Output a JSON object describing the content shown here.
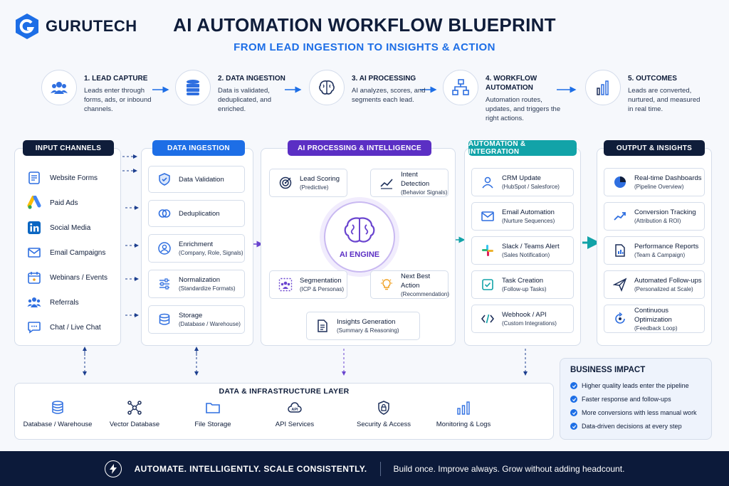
{
  "brand": {
    "name": "GURUTECH"
  },
  "header": {
    "title": "AI AUTOMATION WORKFLOW BLUEPRINT",
    "subtitle": "FROM LEAD INGESTION TO INSIGHTS & ACTION"
  },
  "steps": [
    {
      "title": "1. LEAD CAPTURE",
      "desc": "Leads enter through forms, ads, or inbound channels.",
      "icon": "users-icon"
    },
    {
      "title": "2. DATA INGESTION",
      "desc": "Data is validated, deduplicated, and enriched.",
      "icon": "database-icon"
    },
    {
      "title": "3. AI PROCESSING",
      "desc": "AI analyzes, scores, and segments each lead.",
      "icon": "brain-icon"
    },
    {
      "title": "4. WORKFLOW AUTOMATION",
      "desc": "Automation routes, updates, and triggers the right actions.",
      "icon": "workflow-icon"
    },
    {
      "title": "5. OUTCOMES",
      "desc": "Leads are converted, nurtured, and measured in real time.",
      "icon": "bar-chart-icon"
    }
  ],
  "columns": {
    "input": {
      "label": "INPUT CHANNELS",
      "items": [
        "Website Forms",
        "Paid Ads",
        "Social Media",
        "Email Campaigns",
        "Webinars / Events",
        "Referrals",
        "Chat / Live Chat"
      ]
    },
    "ingestion": {
      "label": "DATA INGESTION",
      "items": [
        {
          "title": "Data Validation",
          "sub": ""
        },
        {
          "title": "Deduplication",
          "sub": ""
        },
        {
          "title": "Enrichment",
          "sub": "(Company, Role, Signals)"
        },
        {
          "title": "Normalization",
          "sub": "(Standardize Formats)"
        },
        {
          "title": "Storage",
          "sub": "(Database / Warehouse)"
        }
      ]
    },
    "ai": {
      "label": "AI PROCESSING & INTELLIGENCE",
      "engine": "AI ENGINE",
      "items": [
        {
          "title": "Lead Scoring",
          "sub": "(Predictive)"
        },
        {
          "title": "Intent Detection",
          "sub": "(Behavior Signals)"
        },
        {
          "title": "Segmentation",
          "sub": "(ICP & Personas)"
        },
        {
          "title": "Next Best Action",
          "sub": "(Recommendation)"
        },
        {
          "title": "Insights Generation",
          "sub": "(Summary & Reasoning)"
        }
      ]
    },
    "automation": {
      "label": "AUTOMATION & INTEGRATION",
      "items": [
        {
          "title": "CRM Update",
          "sub": "(HubSpot / Salesforce)"
        },
        {
          "title": "Email Automation",
          "sub": "(Nurture Sequences)"
        },
        {
          "title": "Slack / Teams Alert",
          "sub": "(Sales Notification)"
        },
        {
          "title": "Task Creation",
          "sub": "(Follow-up Tasks)"
        },
        {
          "title": "Webhook / API",
          "sub": "(Custom Integrations)"
        }
      ]
    },
    "output": {
      "label": "OUTPUT & INSIGHTS",
      "items": [
        {
          "title": "Real-time Dashboards",
          "sub": "(Pipeline Overview)"
        },
        {
          "title": "Conversion Tracking",
          "sub": "(Attribution & ROI)"
        },
        {
          "title": "Performance Reports",
          "sub": "(Team & Campaign)"
        },
        {
          "title": "Automated Follow-ups",
          "sub": "(Personalized at Scale)"
        },
        {
          "title": "Continuous Optimization",
          "sub": "(Feedback Loop)"
        }
      ]
    }
  },
  "infra": {
    "title": "DATA & INFRASTRUCTURE LAYER",
    "items": [
      "Database / Warehouse",
      "Vector Database",
      "File Storage",
      "API Services",
      "Security & Access",
      "Monitoring & Logs"
    ]
  },
  "impact": {
    "title": "BUSINESS IMPACT",
    "items": [
      "Higher quality leads enter the pipeline",
      "Faster response and follow-ups",
      "More conversions with less manual work",
      "Data-driven decisions at every step"
    ]
  },
  "footer": {
    "tagline": "AUTOMATE. INTELLIGENTLY. SCALE CONSISTENTLY.",
    "line": "Build once. Improve always. Grow without adding headcount."
  },
  "colors": {
    "navy": "#0f1d3a",
    "blue": "#1d6ee6",
    "purple": "#5b2fc4",
    "teal": "#12a3a8",
    "footer": "#0c1a3a"
  }
}
